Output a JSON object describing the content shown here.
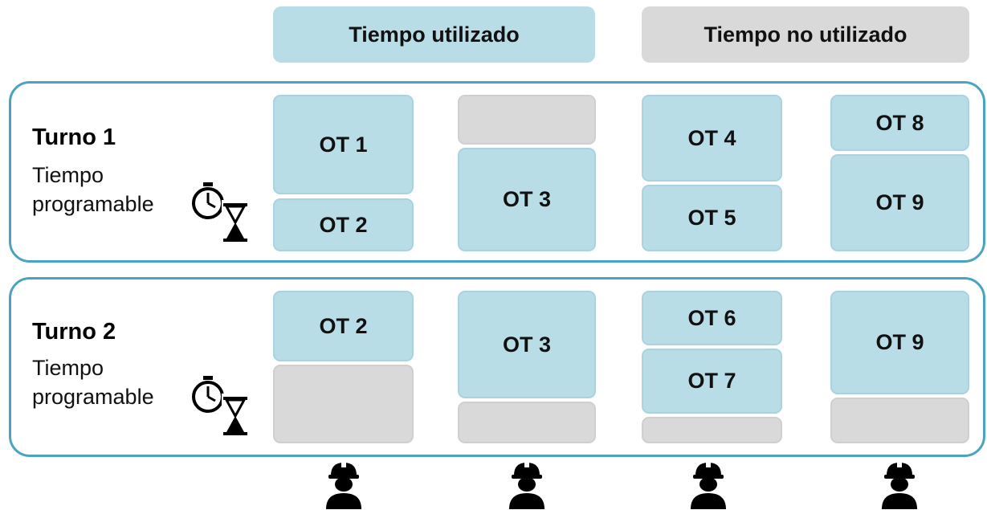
{
  "legend": {
    "used_label": "Tiempo utilizado",
    "unused_label": "Tiempo no utilizado",
    "used_color": "#b8dde7",
    "unused_color": "#d9d9d9",
    "border_color": "#4aa3c1"
  },
  "shifts": [
    {
      "title": "Turno 1",
      "subtitle": "Tiempo programable",
      "icon": "stopwatch-hourglass-icon"
    },
    {
      "title": "Turno 2",
      "subtitle": "Tiempo programable",
      "icon": "stopwatch-hourglass-icon"
    }
  ],
  "work_orders": {
    "s1c1a": "OT 1",
    "s1c1b": "OT 2",
    "s1c2a": "OT 3",
    "s1c3a": "OT 4",
    "s1c3b": "OT 5",
    "s1c4a": "OT 8",
    "s1c4b": "OT 9",
    "s2c1a": "OT 2",
    "s2c2a": "OT 3",
    "s2c3a": "OT 6",
    "s2c3b": "OT 7",
    "s2c4a": "OT 9"
  },
  "workers": [
    "worker-icon",
    "worker-icon",
    "worker-icon",
    "worker-icon"
  ]
}
